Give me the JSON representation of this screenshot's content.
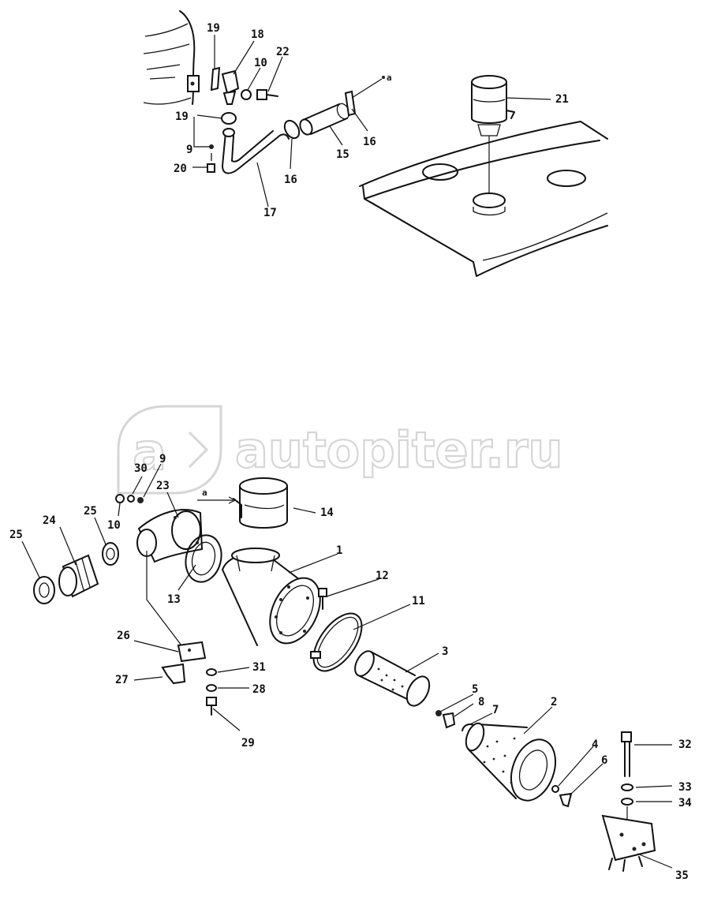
{
  "watermark": {
    "logo_letter": "a",
    "text": "autopiter.ru"
  },
  "ref_marker": "a",
  "callouts": {
    "c1": "1",
    "c2": "2",
    "c3": "3",
    "c4": "4",
    "c5": "5",
    "c6a": "6",
    "c7": "7",
    "c8": "8",
    "c9a": "9",
    "c9b": "9",
    "c10a": "10",
    "c10b": "10",
    "c11": "11",
    "c12": "12",
    "c13": "13",
    "c14": "14",
    "c15": "15",
    "c16a": "16",
    "c16b": "16",
    "c17": "17",
    "c18": "18",
    "c19a": "19",
    "c19b": "19",
    "c20": "20",
    "c21": "21",
    "c22": "22",
    "c23": "23",
    "c24": "24",
    "c25a": "25",
    "c25b": "25",
    "c26": "26",
    "c27": "27",
    "c28": "28",
    "c29": "29",
    "c30": "30",
    "c31": "31",
    "c32": "32",
    "c33": "33",
    "c34": "34",
    "c35": "35"
  }
}
